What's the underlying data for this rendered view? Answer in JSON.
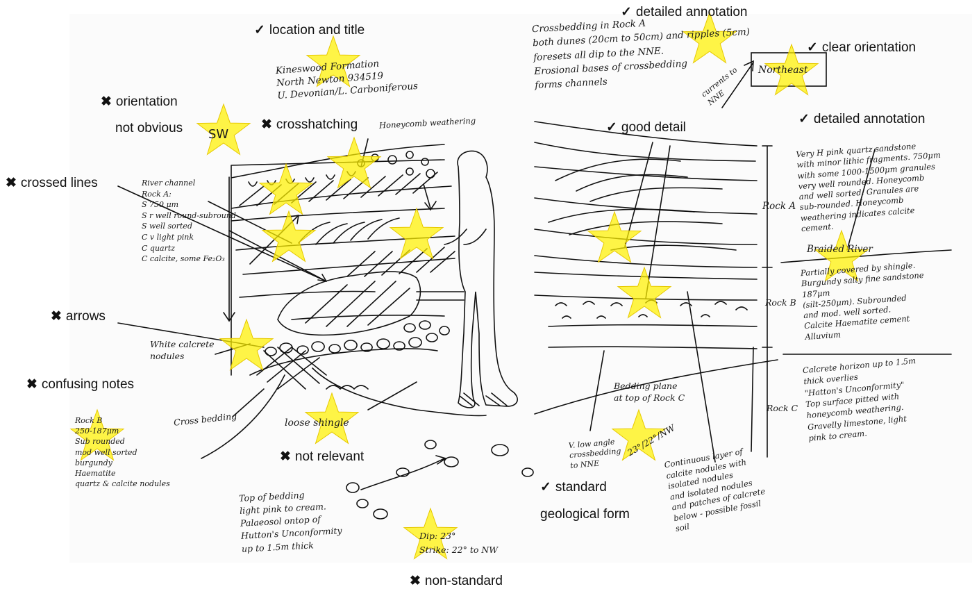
{
  "marks": {
    "good": "✓",
    "bad": "✖"
  },
  "colors": {
    "star_fill": "#fff100",
    "star_stroke": "#e6c800",
    "ink": "#111111"
  },
  "captions": {
    "location_title": "location and title",
    "detailed_annotation_top": "detailed annotation",
    "clear_orientation": "clear orientation",
    "orientation_line1": "orientation",
    "orientation_line2": "not obvious",
    "crosshatching": "crosshatching",
    "good_detail": "good detail",
    "detailed_annotation_right": "detailed annotation",
    "crossed_lines": "crossed lines",
    "arrows": "arrows",
    "confusing_notes": "confusing notes",
    "not_relevant": "not relevant",
    "standard_line1": "standard",
    "standard_line2": "geological form",
    "non_standard": "non-standard"
  },
  "notes": {
    "title_block": "Kineswood Formation\nNorth Newton 934519\nU. Devonian/L. Carboniferous",
    "crossbedding": "Crossbedding in Rock A\nboth dunes (20cm to 50cm) and ripples (5cm)\nforesets all dip to the NNE.\nErosional bases of crossbedding\nforms channels",
    "currents": "currents to\nNNE",
    "orientation_box": "Northeast",
    "orientation_sw": "SW",
    "honeycomb": "Honeycomb weathering",
    "rock_a_left": "River channel\nRock A:\nS 750 μm\nS r well round-subround\nS well sorted\nC v light pink\nC quartz\nC calcite, some Fe₂O₃",
    "white_calcrete": "White calcrete\nnodules",
    "rock_b_left": "Rock B\n250-187μm\nSub rounded\nmod well sorted\nburgundy\nHaematite\nquartz & calcite nodules",
    "cross_bedding_label": "Cross bedding",
    "loose_shingle": "loose shingle",
    "palaeosol": "Top of bedding\nlight pink to cream.\nPalaeosol ontop of\nHutton's Unconformity\nup to 1.5m thick",
    "dip_strike": "Dip: 23°\nStrike: 22° to NW",
    "bedding_plane": "Bedding plane\nat top of Rock C",
    "low_angle": "V. low angle\ncrossbedding\nto NNE",
    "dip_reading": "23°/22°/NW",
    "nodules": "Continuous layer of\ncalcite nodules with\nisolated nodules\nand isolated nodules\nand patches of calcrete\nbelow - possible fossil\nsoil",
    "rock_a_label": "Rock A",
    "rock_b_label": "Rock B",
    "rock_c_label": "Rock C",
    "rock_a_desc": "Very H pink quartz sandstone\nwith minor lithic fragments. 750μm\nwith some 1000-1500μm granules\nvery well rounded. Honeycomb\nand well sorted. Granules are\nsub-rounded. Honeycomb\nweathering indicates calcite\ncement.",
    "braided_river": "Braided River",
    "rock_b_desc": "Partially covered by shingle.\nBurgundy salty fine sandstone\n187μm\n(silt-250μm). Subrounded\nand mod. well sorted.\nCalcite Haematite cement\nAlluvium",
    "rock_c_desc": "Calcrete horizon up to 1.5m\nthick overlies\n\"Hatton's Unconformity\"\nTop surface pitted with\nhoneycomb weathering.\nGravelly limestone, light\npink to cream."
  }
}
